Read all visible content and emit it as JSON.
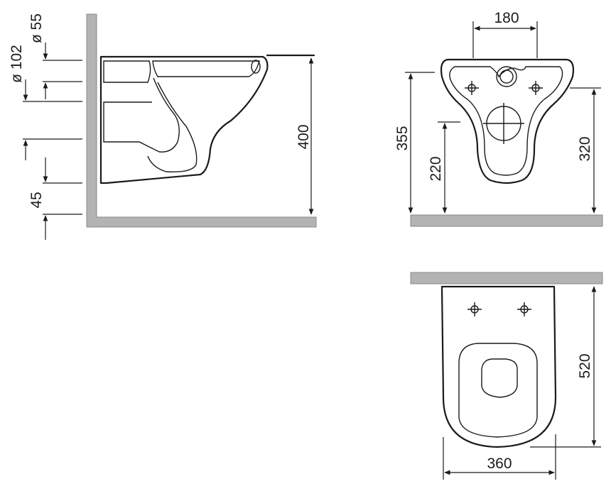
{
  "views": {
    "side": {
      "height_total": "400",
      "pipe_large_diameter": "ø 102",
      "pipe_small_diameter": "ø 55",
      "floor_offset": "45"
    },
    "front": {
      "hole_spacing": "180",
      "total_height": "355",
      "mount_height": "320",
      "outlet_height": "220"
    },
    "top": {
      "depth": "520",
      "width": "360"
    }
  }
}
